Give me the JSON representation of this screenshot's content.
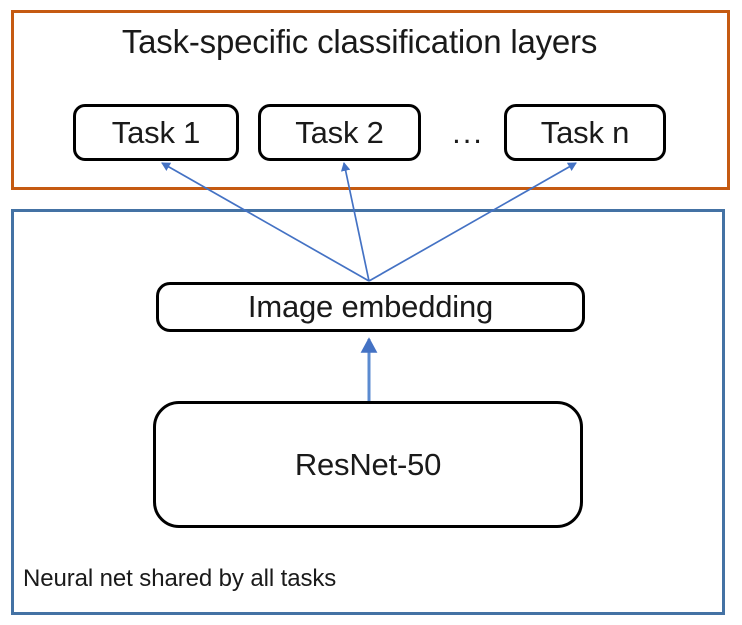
{
  "diagram": {
    "title_text": "Task-specific classification layers",
    "caption_text": "Neural net shared by all tasks",
    "ellipsis": "...",
    "groups": {
      "task_group": {
        "label": "Task-specific classification layers",
        "border_color": "#C55A11"
      },
      "shared_group": {
        "label": "Neural net shared by all tasks",
        "border_color": "#4472A4"
      }
    },
    "nodes": [
      {
        "id": "task-1",
        "label": "Task 1"
      },
      {
        "id": "task-2",
        "label": "Task 2"
      },
      {
        "id": "task-n",
        "label": "Task n"
      },
      {
        "id": "embedding",
        "label": "Image embedding"
      },
      {
        "id": "backbone",
        "label": "ResNet-50"
      }
    ],
    "edges": [
      {
        "from": "embedding",
        "to": "task-1"
      },
      {
        "from": "embedding",
        "to": "task-2"
      },
      {
        "from": "embedding",
        "to": "task-n"
      },
      {
        "from": "backbone",
        "to": "embedding"
      }
    ],
    "colors": {
      "node_border": "#000000",
      "node_fill": "#FFFFFF",
      "arrow": "#4472C4",
      "text": "#1A1A1A",
      "background": "#FFFFFF"
    }
  }
}
